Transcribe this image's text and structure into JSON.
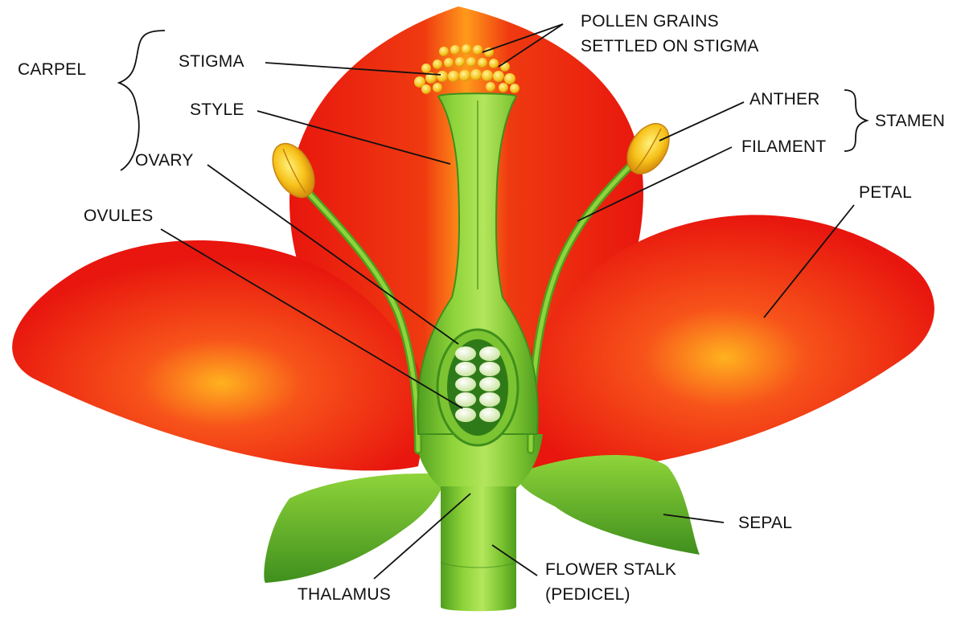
{
  "labels": {
    "carpel": "CARPEL",
    "stigma": "STIGMA",
    "style": "STYLE",
    "ovary": "OVARY",
    "ovules": "OVULES",
    "pollen_line1": "POLLEN GRAINS",
    "pollen_line2": "SETTLED ON STIGMA",
    "anther": "ANTHER",
    "filament": "FILAMENT",
    "stamen": "STAMEN",
    "petal": "PETAL",
    "sepal": "SEPAL",
    "thalamus": "THALAMUS",
    "stalk_line1": "FLOWER STALK",
    "stalk_line2": "(PEDICEL)"
  },
  "colors": {
    "petal_red": "#e8160e",
    "petal_orange": "#ff9a1a",
    "green": "#6cbf2a",
    "dark_green": "#3f8f1d",
    "light_green": "#b6e26a",
    "pollen_yellow": "#f7c21a",
    "ovule": "#e4f2c8"
  }
}
